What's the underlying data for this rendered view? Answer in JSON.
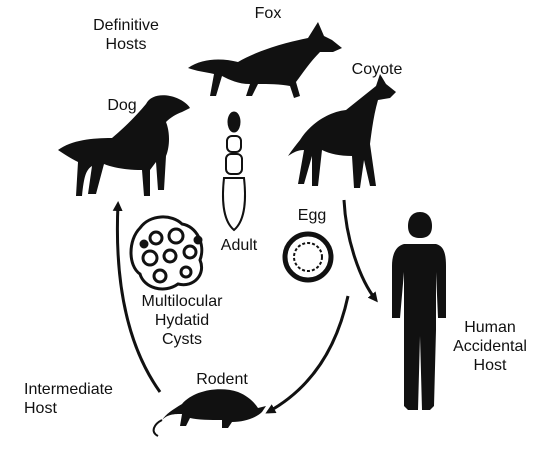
{
  "labels": {
    "definitive_hosts": "Definitive\nHosts",
    "fox": "Fox",
    "coyote": "Coyote",
    "dog": "Dog",
    "egg": "Egg",
    "adult": "Adult",
    "multilocular": "Multilocular\nHydatid\nCysts",
    "human": "Human\nAccidental\nHost",
    "intermediate": "Intermediate\nHost",
    "rodent": "Rodent"
  },
  "colors": {
    "silhouette": "#111111",
    "arrow": "#111111"
  }
}
